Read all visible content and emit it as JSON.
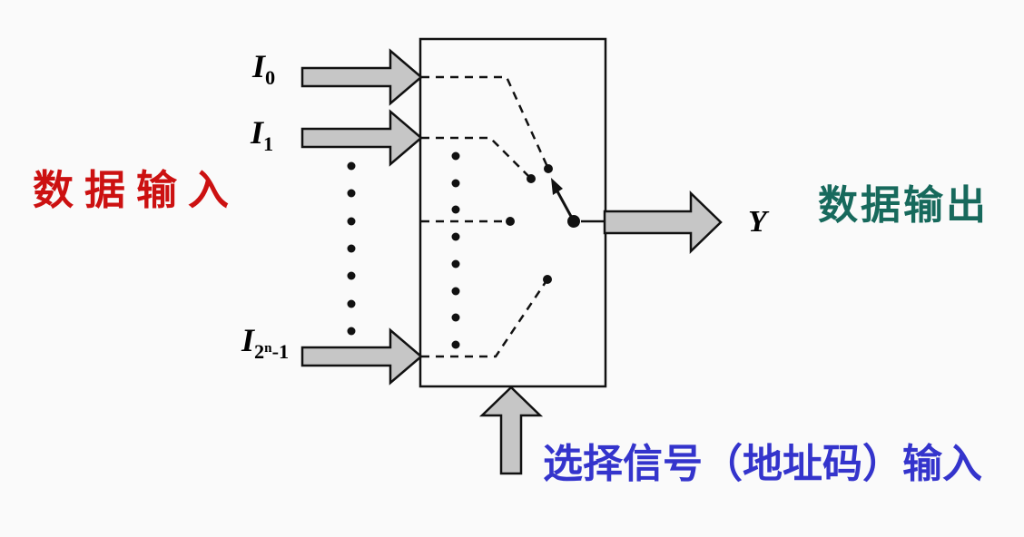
{
  "diagram_title": "multiplexer-data-selector",
  "labels": {
    "input0": {
      "base": "I",
      "sub": "0"
    },
    "input1": {
      "base": "I",
      "sub": "1"
    },
    "input_n": {
      "base": "I",
      "sub_base": "2",
      "sub_sup": "n",
      "sub_tail": "-1"
    },
    "output": "Y"
  },
  "captions": {
    "data_input": "数据输入",
    "data_output": "数据输出",
    "select_input": "选择信号（地址码）输入"
  },
  "colors": {
    "background": "#FAFAFA",
    "line": "#111111",
    "arrow_fill": "#C6C6C6",
    "data_input": "#CC1111",
    "data_output": "#17695C",
    "select_input": "#3434CC",
    "math": "#000000"
  },
  "icons": {
    "input_arrows": "block-arrow-right-icon",
    "output_arrow": "block-arrow-right-icon",
    "select_arrow": "block-arrow-up-icon",
    "switch": "rotary-switch-wiper-icon",
    "ellipsis": "vertical-dots-ellipsis"
  }
}
